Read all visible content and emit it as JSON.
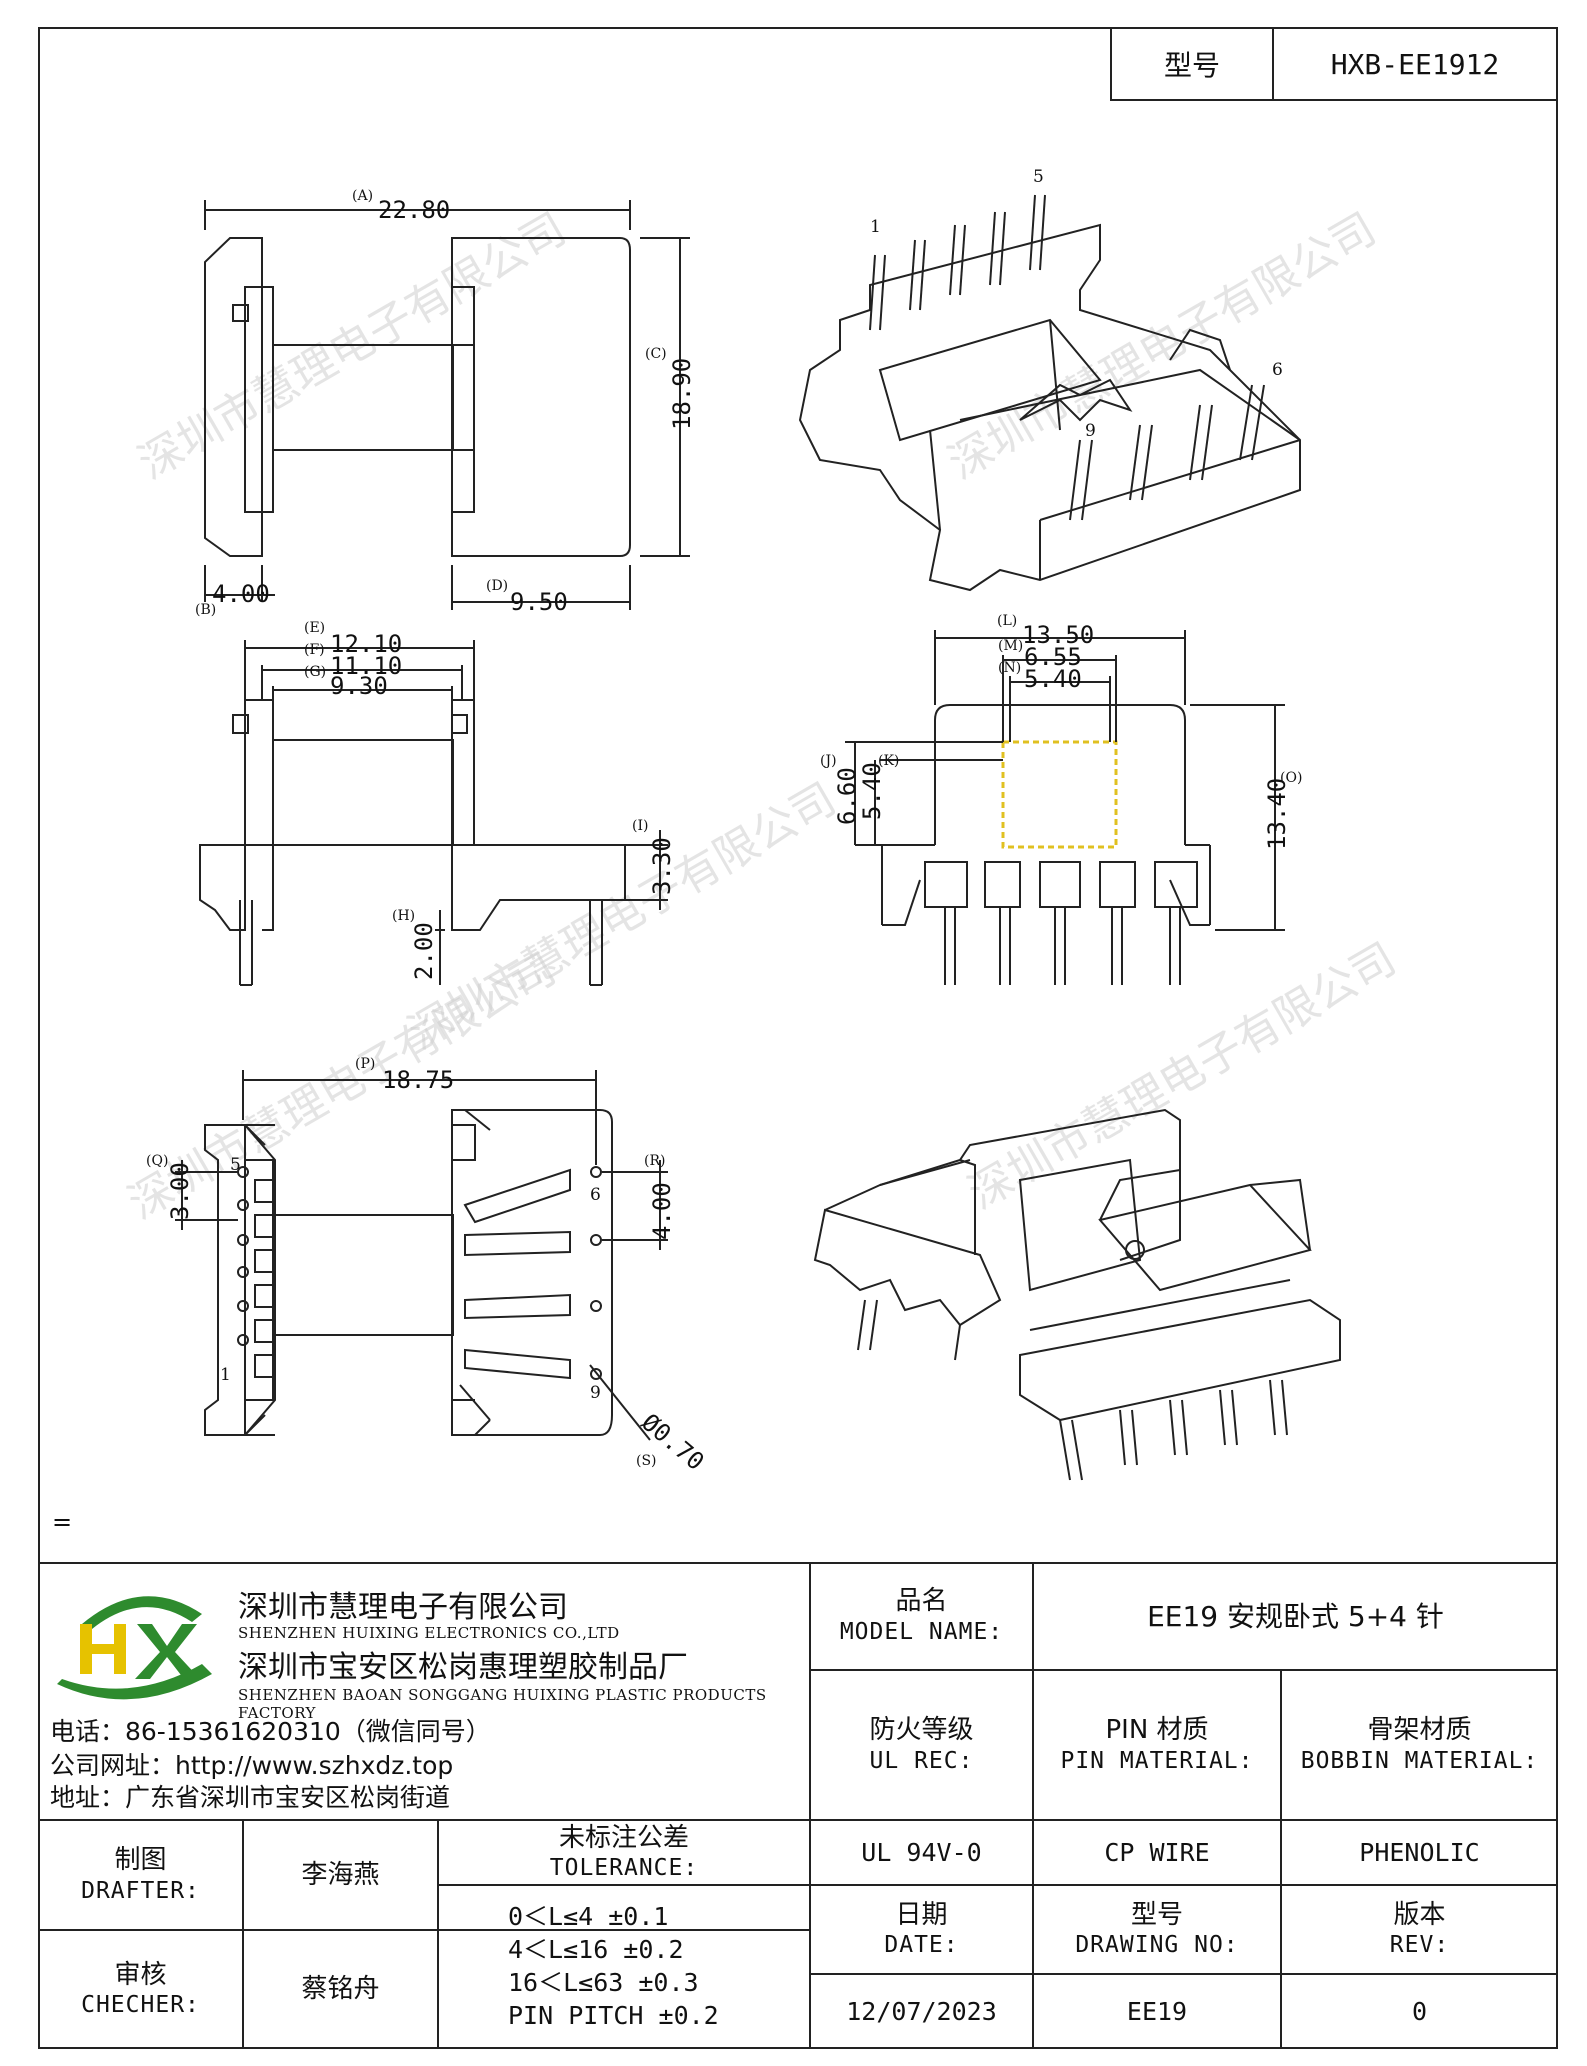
{
  "header": {
    "model_label": "型号",
    "model_value": "HXB-EE1912"
  },
  "drawing": {
    "dims": {
      "a": "22.80",
      "b": "4.00",
      "c": "18.90",
      "d": "9.50",
      "e": "12.10",
      "f": "11.10",
      "g": "9.30",
      "h": "2.00",
      "i": "3.30",
      "j": "6.60",
      "k": "5.40",
      "l": "13.50",
      "m": "6.55",
      "n": "5.40",
      "o": "13.40",
      "p": "18.75",
      "q": "3.00",
      "r": "4.00",
      "s": "Ø0.70"
    },
    "tags": {
      "a": "(A)",
      "b": "(B)",
      "c": "(C)",
      "d": "(D)",
      "e": "(E)",
      "f": "(F)",
      "g": "(G)",
      "h": "(H)",
      "i": "(I)",
      "j": "(J)",
      "k": "(K)",
      "l": "(L)",
      "m": "(M)",
      "n": "(N)",
      "o": "(O)",
      "p": "(P)",
      "q": "(Q)",
      "r": "(R)",
      "s": "(S)"
    },
    "pins": {
      "p1": "1",
      "p5": "5",
      "p6": "6",
      "p9": "9"
    },
    "watermark": "深圳市慧理电子有限公司"
  },
  "note_mark": "=",
  "titleblock": {
    "company": {
      "name_cn_1": "深圳市慧理电子有限公司",
      "name_en_1": "SHENZHEN HUIXING ELECTRONICS CO.,LTD",
      "name_cn_2": "深圳市宝安区松岗惠理塑胶制品厂",
      "name_en_2": "SHENZHEN BAOAN SONGGANG HUIXING PLASTIC PRODUCTS FACTORY",
      "phone": "电话：86-15361620310（微信同号）",
      "website": "公司网址：http://www.szhxdz.top",
      "address": "地址：广东省深圳市宝安区松岗街道",
      "logo_text": "HX"
    },
    "model_name_cn": "品名",
    "model_name_en": "MODEL NAME:",
    "model_name_value": "EE19 安规卧式 5+4 针",
    "ul_rec_cn": "防火等级",
    "ul_rec_en": "UL REC:",
    "pin_mat_cn": "PIN 材质",
    "pin_mat_en": "PIN MATERIAL:",
    "bobbin_cn": "骨架材质",
    "bobbin_en": "BOBBIN MATERIAL:",
    "ul_value": "UL 94V-0",
    "pin_value": "CP WIRE",
    "bobbin_value": "PHENOLIC",
    "drafter_cn": "制图",
    "drafter_en": "DRAFTER:",
    "drafter_value": "李海燕",
    "checker_cn": "审核",
    "checker_en": "CHECHER:",
    "checker_value": "蔡铭舟",
    "tolerance_cn": "未标注公差",
    "tolerance_en": "TOLERANCE:",
    "tolerance_lines": [
      "0＜L≤4  ±0.1",
      "4＜L≤16 ±0.2",
      "16＜L≤63 ±0.3",
      "PIN PITCH ±0.2"
    ],
    "date_cn": "日期",
    "date_en": "DATE:",
    "date_value": "12/07/2023",
    "drawing_no_cn": "型号",
    "drawing_no_en": "DRAWING NO:",
    "drawing_no_value": "EE19",
    "rev_cn": "版本",
    "rev_en": "REV:",
    "rev_value": "0"
  }
}
